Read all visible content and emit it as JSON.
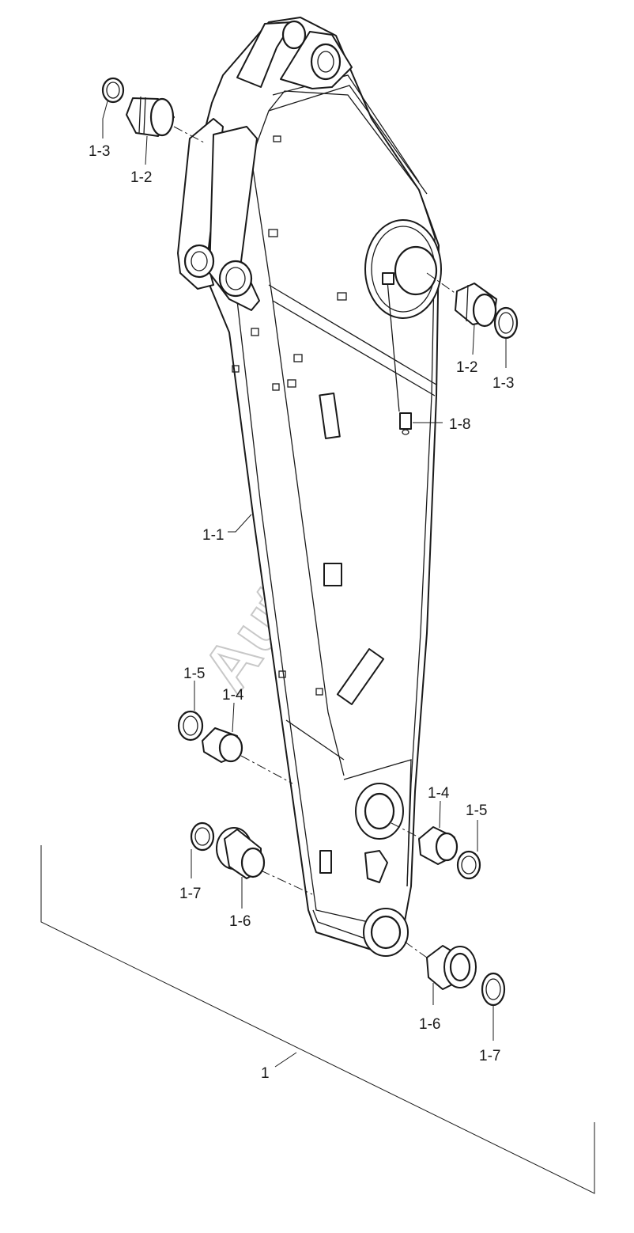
{
  "diagram": {
    "watermark": "AutoSoft",
    "labels": {
      "assembly": "1",
      "boom_body": "1-1",
      "bushing_top_left": "1-2",
      "bushing_top_right": "1-2",
      "shim_top_left": "1-3",
      "shim_top_right": "1-3",
      "bushing_mid_left": "1-4",
      "bushing_mid_right": "1-4",
      "shim_mid_left": "1-5",
      "shim_mid_right": "1-5",
      "bushing_foot_left": "1-6",
      "bushing_foot_right": "1-6",
      "shim_foot_left": "1-7",
      "shim_foot_right": "1-7",
      "grease_fitting": "1-8"
    }
  }
}
